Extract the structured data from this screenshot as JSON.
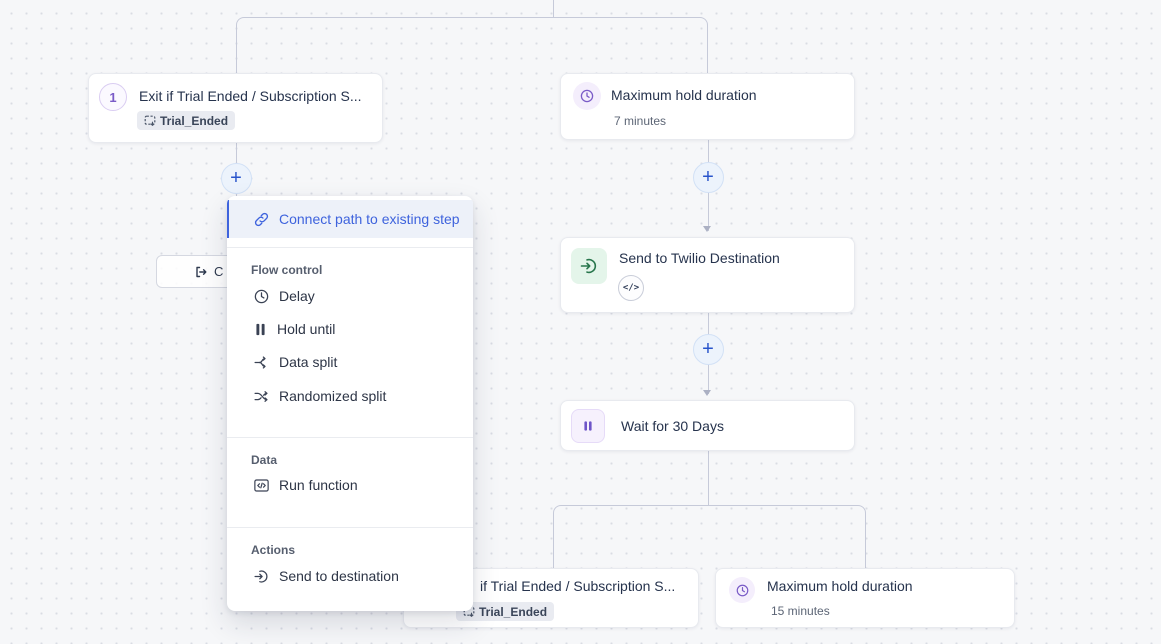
{
  "plus": "+",
  "colors": {
    "accent_blue": "#3e63dd",
    "purple": "#7a5bc7",
    "green": "#28764c",
    "connector": "#c6cad9",
    "canvas_bg": "#f6f7f9"
  },
  "nodes": {
    "exit_top": {
      "badge": "1",
      "title": "Exit if Trial Ended / Subscription S...",
      "tag": "Trial_Ended"
    },
    "hold_top": {
      "title": "Maximum hold duration",
      "subtitle": "7 minutes"
    },
    "send": {
      "title": "Send to Twilio Destination",
      "badge_glyph": "</>"
    },
    "wait": {
      "title": "Wait for 30 Days"
    },
    "exit_bottom": {
      "title": "if Trial Ended / Subscription S...",
      "tag": "Trial_Ended"
    },
    "hold_bottom": {
      "title": "Maximum hold duration",
      "subtitle": "15 minutes"
    },
    "partial": {
      "label": "C"
    }
  },
  "menu": {
    "connect": {
      "label": "Connect path to existing step"
    },
    "sections": [
      {
        "header": "Flow control",
        "items": [
          {
            "label": "Delay"
          },
          {
            "label": "Hold until"
          },
          {
            "label": "Data split"
          },
          {
            "label": "Randomized split"
          }
        ]
      },
      {
        "header": "Data",
        "items": [
          {
            "label": "Run function"
          }
        ]
      },
      {
        "header": "Actions",
        "items": [
          {
            "label": "Send to destination"
          }
        ]
      }
    ]
  }
}
